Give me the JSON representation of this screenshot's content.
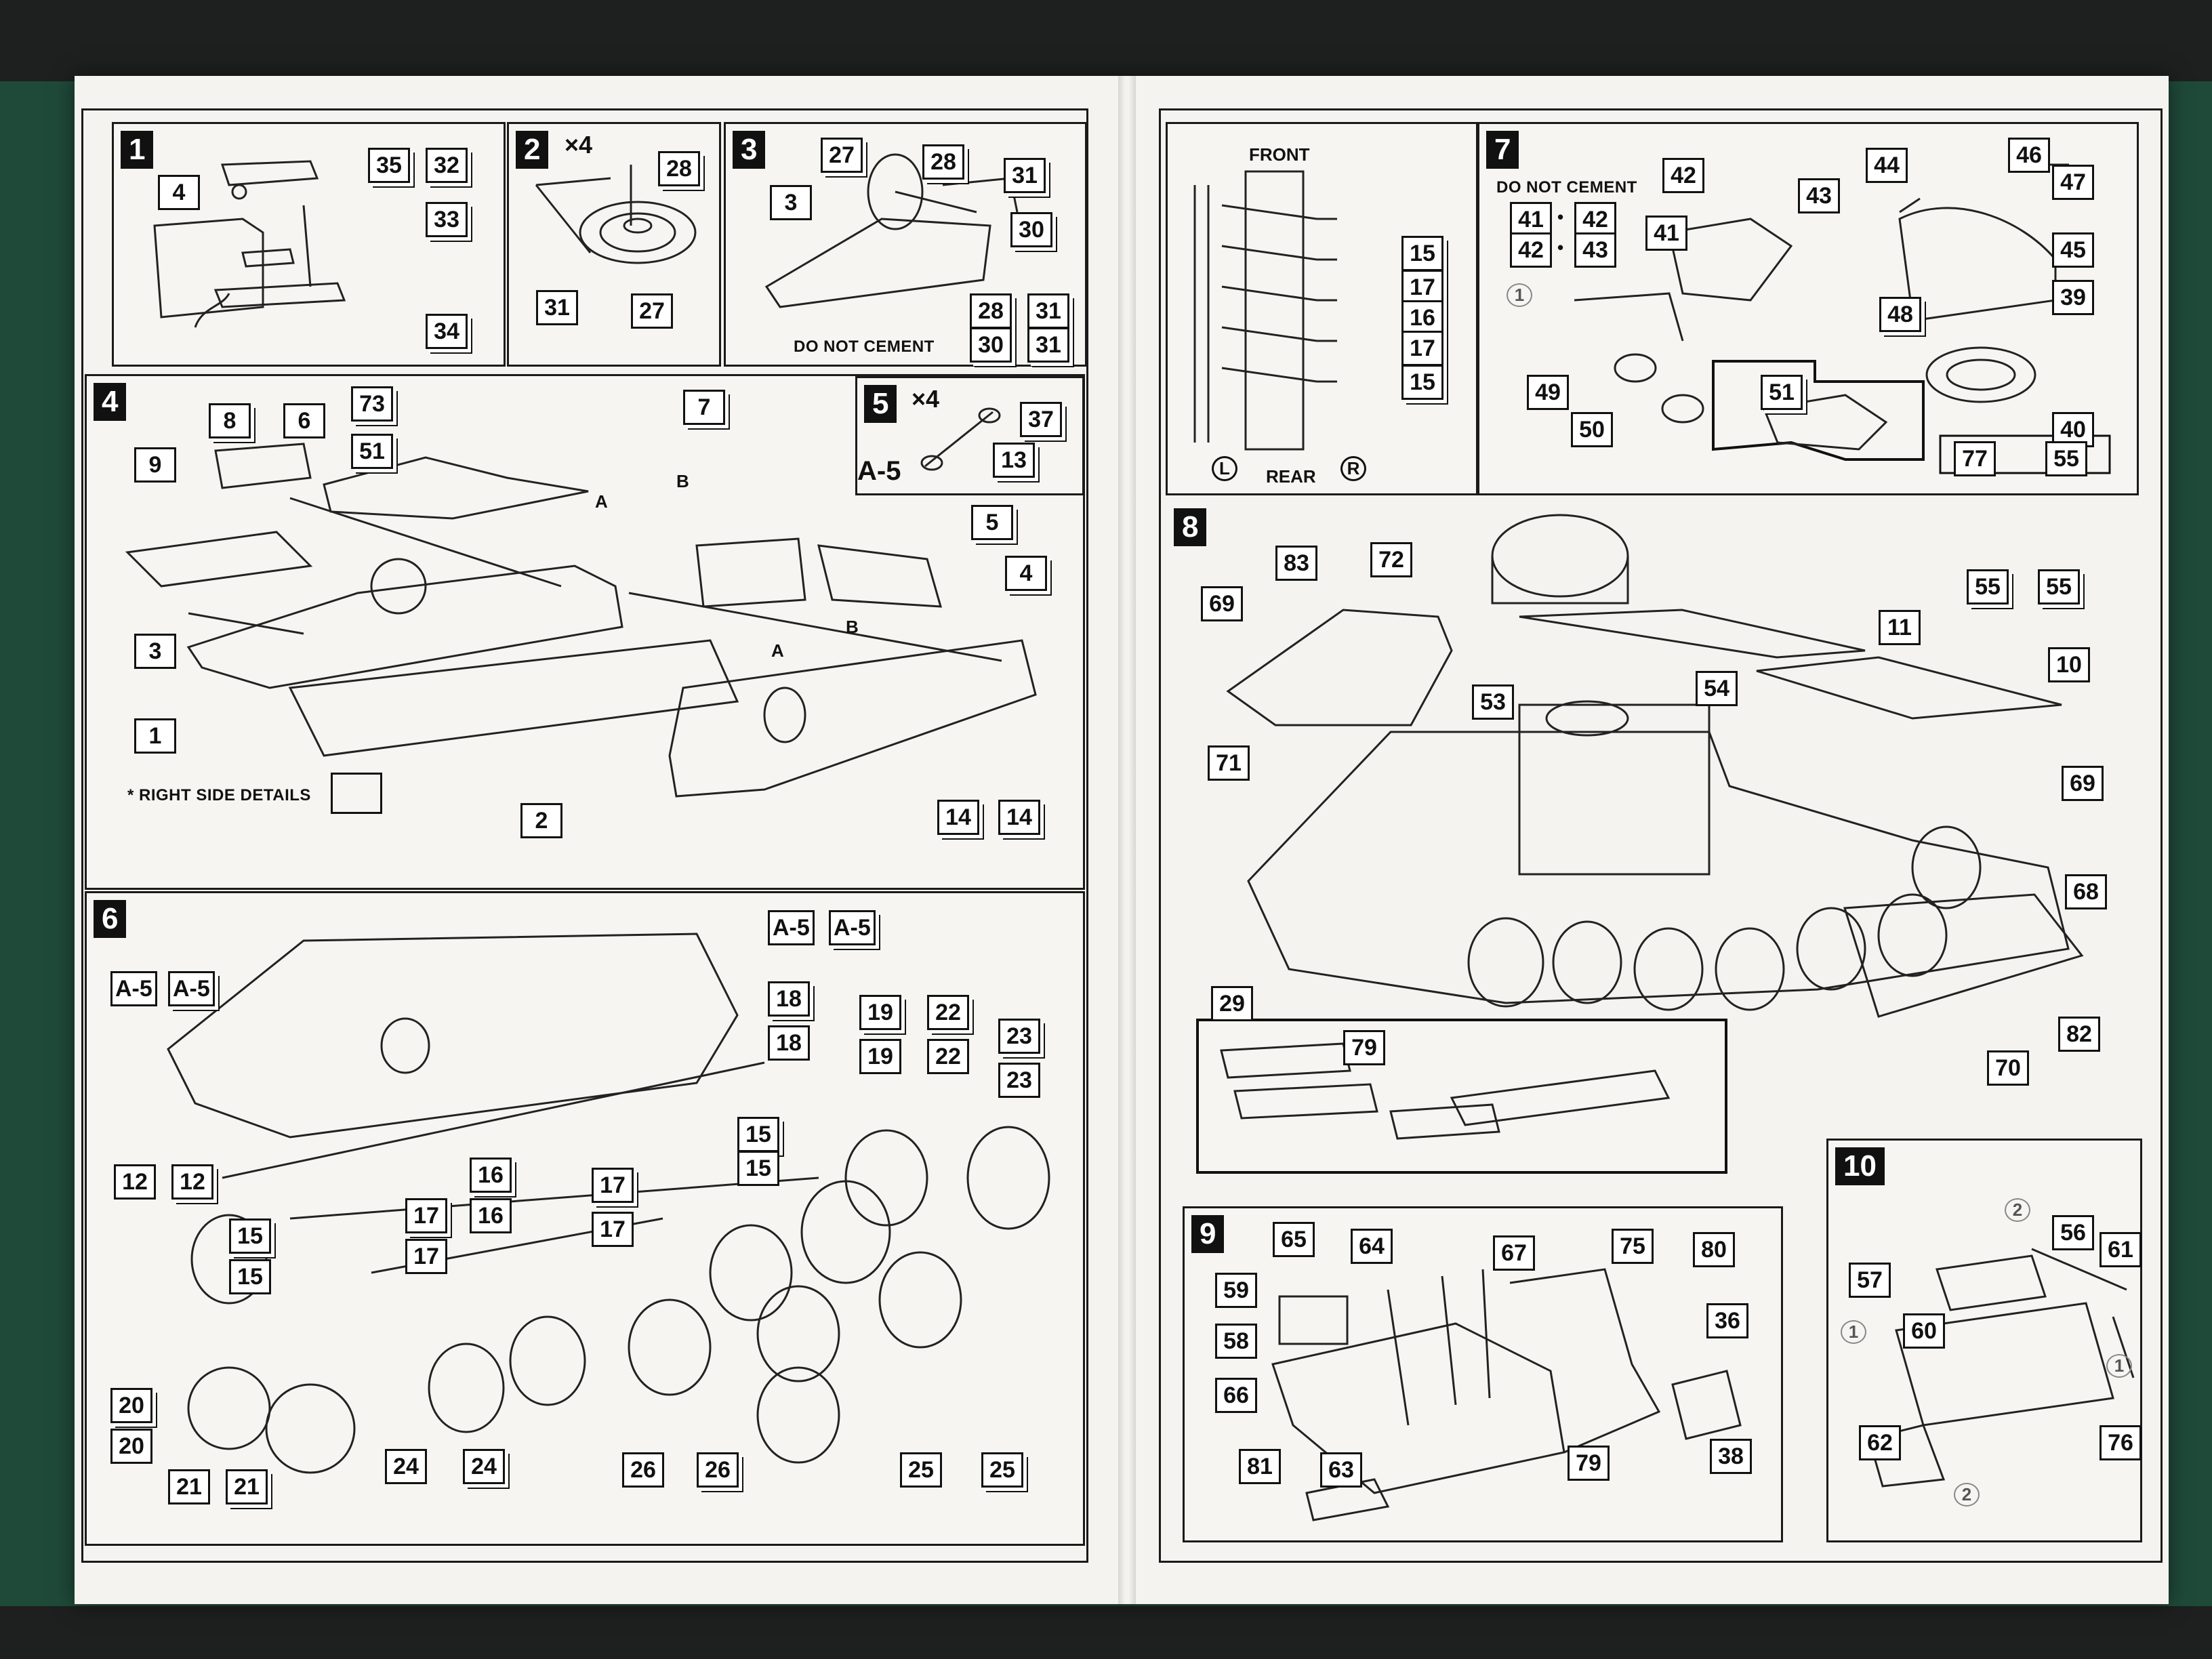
{
  "left_page": {
    "steps": [
      {
        "n": "1",
        "mult": "",
        "parts": [
          "35",
          "32",
          "4",
          "33",
          "34"
        ]
      },
      {
        "n": "2",
        "mult": "×4",
        "parts": [
          "28",
          "31",
          "27"
        ]
      },
      {
        "n": "3",
        "mult": "",
        "parts": [
          "27",
          "28",
          "31",
          "3",
          "30",
          "28",
          "31",
          "30",
          "31"
        ],
        "note": "DO NOT CEMENT"
      },
      {
        "n": "4",
        "mult": "",
        "parts": [
          "73",
          "7",
          "8",
          "6",
          "51",
          "9",
          "5",
          "4",
          "3",
          "1",
          "2",
          "14",
          "14"
        ],
        "note": "* RIGHT SIDE DETAILS",
        "letters": [
          "A",
          "B",
          "A",
          "B"
        ]
      },
      {
        "n": "5",
        "mult": "×4",
        "parts": [
          "37",
          "13"
        ],
        "ref": "A-5"
      },
      {
        "n": "6",
        "mult": "",
        "parts": [
          "A-5",
          "A-5",
          "A-5",
          "A-5",
          "18",
          "18",
          "19",
          "19",
          "22",
          "22",
          "23",
          "23",
          "12",
          "12",
          "15",
          "15",
          "15",
          "15",
          "16",
          "16",
          "17",
          "17",
          "17",
          "17",
          "20",
          "20",
          "21",
          "21",
          "24",
          "24",
          "26",
          "26",
          "25",
          "25"
        ]
      }
    ]
  },
  "right_page": {
    "steps": [
      {
        "n": "",
        "labels": {
          "front": "FRONT",
          "rear": "REAR",
          "l": "L",
          "r": "R"
        },
        "parts": [
          "15",
          "17",
          "16",
          "17",
          "15"
        ]
      },
      {
        "n": "7",
        "note": "DO NOT CEMENT",
        "pairs": [
          [
            "41",
            "42"
          ],
          [
            "42",
            "43"
          ]
        ],
        "parts": [
          "42",
          "43",
          "41",
          "44",
          "46",
          "47",
          "45",
          "39",
          "48",
          "40",
          "49",
          "50",
          "51",
          "77",
          "55"
        ],
        "callout": "1"
      },
      {
        "n": "8",
        "parts": [
          "83",
          "72",
          "69",
          "11",
          "10",
          "55",
          "55",
          "53",
          "54",
          "71",
          "69",
          "68",
          "29",
          "79",
          "82",
          "70"
        ]
      },
      {
        "n": "9",
        "parts": [
          "65",
          "64",
          "67",
          "75",
          "80",
          "59",
          "58",
          "36",
          "66",
          "81",
          "63",
          "79",
          "38"
        ]
      },
      {
        "n": "10",
        "parts": [
          "56",
          "61",
          "57",
          "60",
          "62",
          "76"
        ],
        "callouts": [
          "2",
          "1",
          "1",
          "2"
        ]
      }
    ]
  },
  "icons": [
    "step-number-badge",
    "part-number-box",
    "multiplier-label",
    "exploded-assembly-drawing"
  ]
}
